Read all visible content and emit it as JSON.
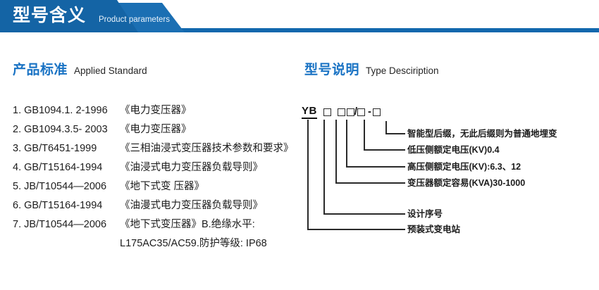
{
  "banner": {
    "title_cn": "型号含义",
    "title_en": "Product parameters",
    "color_dark": "#1464A5",
    "color_mid": "#1B6FB3",
    "color_rule": "#1268AD"
  },
  "standards_section": {
    "heading_cn": "产品标准",
    "heading_en": "Applied Standard",
    "items": [
      {
        "index": "1.",
        "code": "GB1094.1. 2-1996",
        "name": "《电力变压器》"
      },
      {
        "index": "2.",
        "code": "GB1094.3.5- 2003",
        "name": "《电力变压器》"
      },
      {
        "index": "3.",
        "code": "GB/T6451-1999",
        "name": "《三相油浸式变压器技术参数和要求》"
      },
      {
        "index": "4.",
        "code": "GB/T15164-1994",
        "name": "《油浸式电力变压器负载导则》"
      },
      {
        "index": "5.",
        "code": "JB/T10544—2006",
        "name": "《地下式变 压器》"
      },
      {
        "index": "6.",
        "code": "GB/T15164-1994",
        "name": "《油漫式电力变压器负载导则》"
      },
      {
        "index": "7.",
        "code": "JB/T10544—2006",
        "name": "《地下式变压器》B.绝缘水平:",
        "continuation": "L175AC35/AC59.防护等级: IP68"
      }
    ]
  },
  "type_section": {
    "heading_cn": "型号说明",
    "heading_en": "Type Desciription",
    "model_code": {
      "prefix": "YB",
      "slash": "/",
      "dash": "-",
      "box": "□"
    },
    "annotations": [
      {
        "id": "smart-suffix",
        "text": "智能型后缀，无此后缀则为普通地埋变"
      },
      {
        "id": "lv-rated-voltage",
        "text": "低压侧额定电压(KV)0.4"
      },
      {
        "id": "hv-rated-voltage",
        "text": "高压侧额定电压(KV):6.3、12"
      },
      {
        "id": "rated-capacity",
        "text": "变压器额定容易(KVA)30-1000"
      },
      {
        "id": "design-serial",
        "text": "设计序号"
      },
      {
        "id": "prefab-substation",
        "text": "预装式变电站"
      }
    ]
  },
  "theme": {
    "accent_blue": "#1A73C4",
    "text_dark": "#1C1C1C",
    "line_color": "#2A2A2A"
  }
}
